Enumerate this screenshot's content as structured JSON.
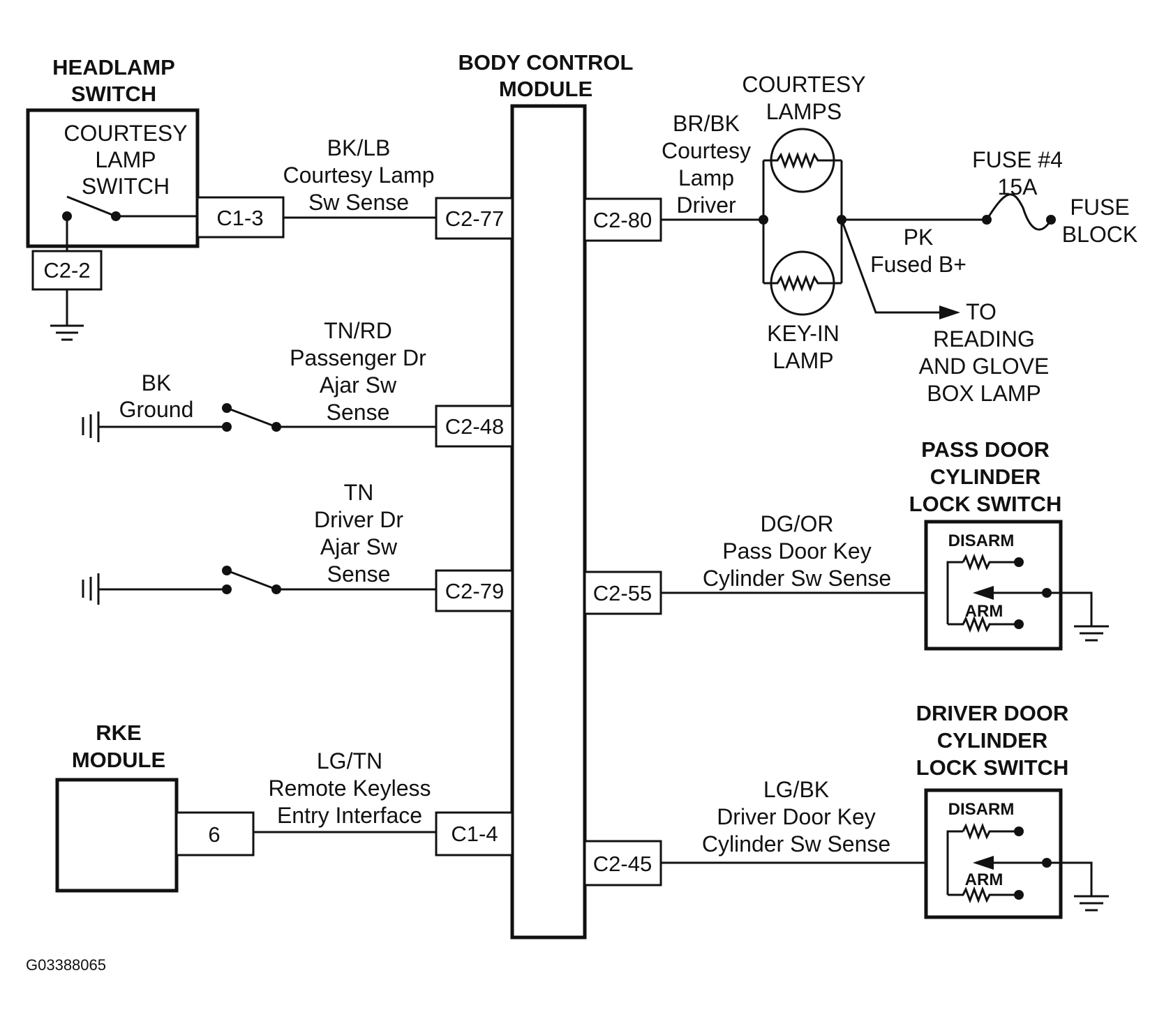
{
  "headlamp_switch": {
    "title": [
      "HEADLAMP",
      "SWITCH"
    ],
    "inner_label": [
      "COURTESY",
      "LAMP",
      "SWITCH"
    ],
    "connector_out": "C1-3",
    "connector_ground": "C2-2"
  },
  "bcm": {
    "title": [
      "BODY CONTROL",
      "MODULE"
    ]
  },
  "circuits_left": [
    {
      "wire_color": "BK/LB",
      "desc": [
        "Courtesy Lamp",
        "Sw Sense"
      ],
      "bcm_connector": "C2-77"
    },
    {
      "wire_color": "TN/RD",
      "desc": [
        "Passenger Dr",
        "Ajar Sw",
        "Sense"
      ],
      "bcm_connector": "C2-48",
      "ground_label": [
        "BK",
        "Ground"
      ]
    },
    {
      "wire_color": "TN",
      "desc": [
        "Driver Dr",
        "Ajar Sw",
        "Sense"
      ],
      "bcm_connector": "C2-79"
    },
    {
      "wire_color": "LG/TN",
      "desc": [
        "Remote Keyless",
        "Entry Interface"
      ],
      "bcm_connector": "C1-4",
      "source_connector": "6"
    }
  ],
  "rke_module": {
    "title": [
      "RKE",
      "MODULE"
    ]
  },
  "courtesy_circuit": {
    "bcm_connector": "C2-80",
    "wire_color": "BR/BK",
    "desc": [
      "Courtesy",
      "Lamp",
      "Driver"
    ],
    "lamps_label": [
      "COURTESY",
      "LAMPS"
    ],
    "keyin_label": [
      "KEY-IN",
      "LAMP"
    ],
    "feed_color": "PK",
    "feed_desc": "Fused B+",
    "fuse_label": [
      "FUSE #4",
      "15A"
    ],
    "fuse_block": [
      "FUSE",
      "BLOCK"
    ],
    "branch_label": [
      "TO",
      "READING",
      "AND GLOVE",
      "BOX LAMP"
    ]
  },
  "pass_door": {
    "title": [
      "PASS DOOR",
      "CYLINDER",
      "LOCK SWITCH"
    ],
    "bcm_connector": "C2-55",
    "wire_color": "DG/OR",
    "desc": [
      "Pass Door Key",
      "Cylinder Sw Sense"
    ],
    "disarm": "DISARM",
    "arm": "ARM"
  },
  "driver_door": {
    "title": [
      "DRIVER DOOR",
      "CYLINDER",
      "LOCK SWITCH"
    ],
    "bcm_connector": "C2-45",
    "wire_color": "LG/BK",
    "desc": [
      "Driver Door Key",
      "Cylinder Sw Sense"
    ],
    "disarm": "DISARM",
    "arm": "ARM"
  },
  "figure_code": "G03388065"
}
